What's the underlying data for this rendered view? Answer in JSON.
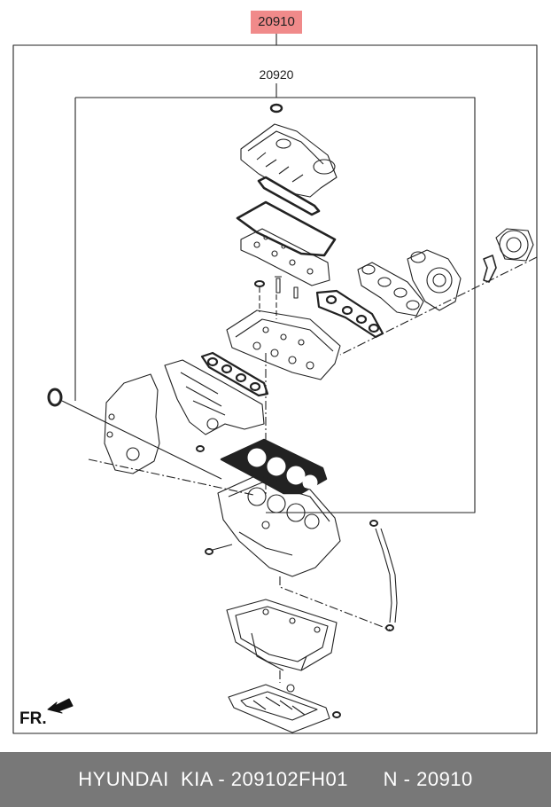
{
  "callouts": {
    "main": "20910",
    "sub": "20920"
  },
  "front_label": "FR.",
  "footer": {
    "brand": "HYUNDAI  KIA - 209102FH01",
    "ref": "N - 20910"
  },
  "colors": {
    "callout_highlight": "#f08a8a",
    "footer_bg": "#787878",
    "line": "#222222"
  }
}
